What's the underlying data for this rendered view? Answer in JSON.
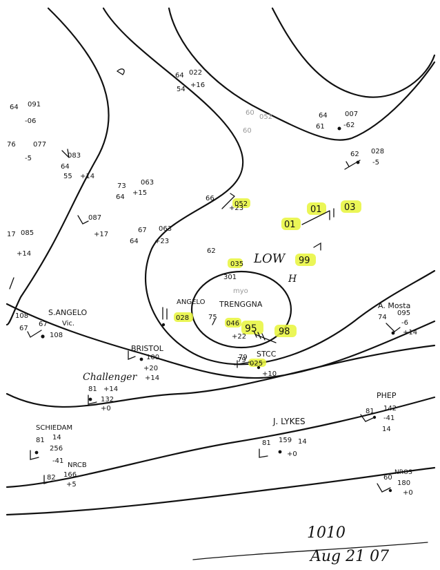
{
  "map": {
    "low_label": "LOW",
    "high_label": "H",
    "center_name": "TRENGGNA",
    "center_sub": "myo",
    "isobar_label": "1010",
    "date_label": "Aug 21 07"
  },
  "highlights": [
    "01",
    "01",
    "03",
    "99",
    "95",
    "98"
  ],
  "stations": {
    "s_angelo": "S.ANGELO",
    "vic": "Vic.",
    "bristol": "BRISTOL",
    "challenger": "Challenger",
    "schiedam": "SCHIEDAM",
    "nrcb": "NRCB",
    "lykes": "J. LYKES",
    "phep": "PHEP",
    "a_mosta": "A. Mosta",
    "angelo_c": "ANGELO",
    "stcc": "STCC",
    "nros": "NROS"
  },
  "obs": {
    "a1": "64",
    "a2": "091",
    "a3": "-06",
    "b1": "76",
    "b2": "077",
    "b3": "-5",
    "c1": "083",
    "c2": "64",
    "c3": "55",
    "c4": "+14",
    "d1": "063",
    "d2": "73",
    "d3": "64",
    "d4": "+15",
    "e1": "087",
    "e2": "+17",
    "f1": "67",
    "f2": "063",
    "f3": "64",
    "f4": "+23",
    "g1": "64",
    "g2": "022",
    "g3": "54",
    "g4": "+16",
    "h1": "60",
    "h2": "052",
    "h3": "60",
    "i1": "64",
    "i2": "007",
    "i3": "61",
    "i4": "-62",
    "j1": "62",
    "j2": "028",
    "j3": "-5",
    "k1": "66",
    "k2": "052",
    "k3": "+23",
    "l1": "62",
    "l2": "035",
    "l3": "301",
    "m1": "75",
    "m2": "046",
    "m3": "+22",
    "n1": "028",
    "n2": "79",
    "o1": "79",
    "o2": "025",
    "o3": "+10",
    "p1": "108",
    "p2": "67",
    "p3": "67",
    "p4": "108",
    "q1": "100",
    "q2": "+20",
    "q3": "+14",
    "r1": "81",
    "r2": "+14",
    "r3": "132",
    "r4": "+0",
    "s1": "81",
    "s2": "14",
    "s3": "256",
    "s4": "-41",
    "t1": "82",
    "t2": "166",
    "t3": "+5",
    "u1": "81",
    "u2": "159",
    "u3": "14",
    "u4": "+0",
    "v1": "81",
    "v2": "142",
    "v3": "-41",
    "v4": "14",
    "w1": "74",
    "w2": "095",
    "w3": "-6",
    "w4": "+14",
    "x1": "60",
    "x2": "180",
    "x3": "+0",
    "y1": "17",
    "y2": "085",
    "y3": "+14"
  }
}
